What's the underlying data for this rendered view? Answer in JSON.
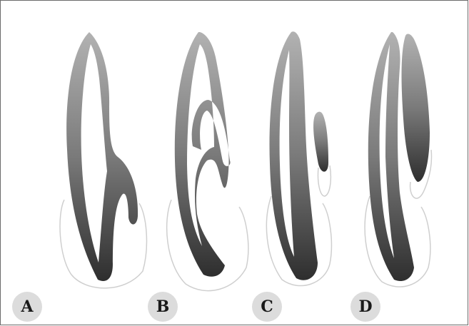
{
  "panels": [
    {
      "label": "A"
    },
    {
      "label": "B"
    },
    {
      "label": "C"
    },
    {
      "label": "D"
    }
  ],
  "colors": {
    "dentin_dark": "#333333",
    "dentin_light": "#a8a8a8",
    "crown_outline": "#c9c9c9",
    "badge_fill": "#dcdcdc",
    "frame": "#6b6b6b"
  }
}
